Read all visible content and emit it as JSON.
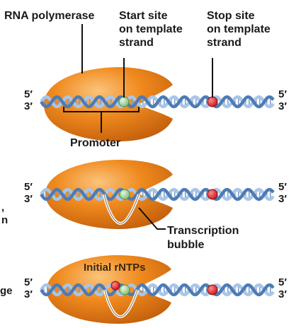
{
  "labels": {
    "rna_polymerase": "RNA polymerase",
    "start_site": [
      "Start site",
      "on template",
      "strand"
    ],
    "stop_site": [
      "Stop site",
      "on template",
      "strand"
    ],
    "promoter": "Promoter",
    "transcription_bubble": [
      "Transcription",
      "bubble"
    ],
    "initial_rntps": "Initial rNTPs"
  },
  "ends": {
    "five": "5′",
    "three": "3′"
  },
  "edge_fragments": {
    "row2_a": ",",
    "row2_b": "n",
    "row3": "ge"
  },
  "colors": {
    "polymerase": "#f08a1e",
    "polymerase_highlight": "#f9b969",
    "polymerase_shadow": "#c25e0c",
    "start_site": "#9fd49a",
    "stop_site": "#e0262d",
    "dna_dark": "#4d7bb5",
    "dna_light": "#a9c6e6"
  }
}
